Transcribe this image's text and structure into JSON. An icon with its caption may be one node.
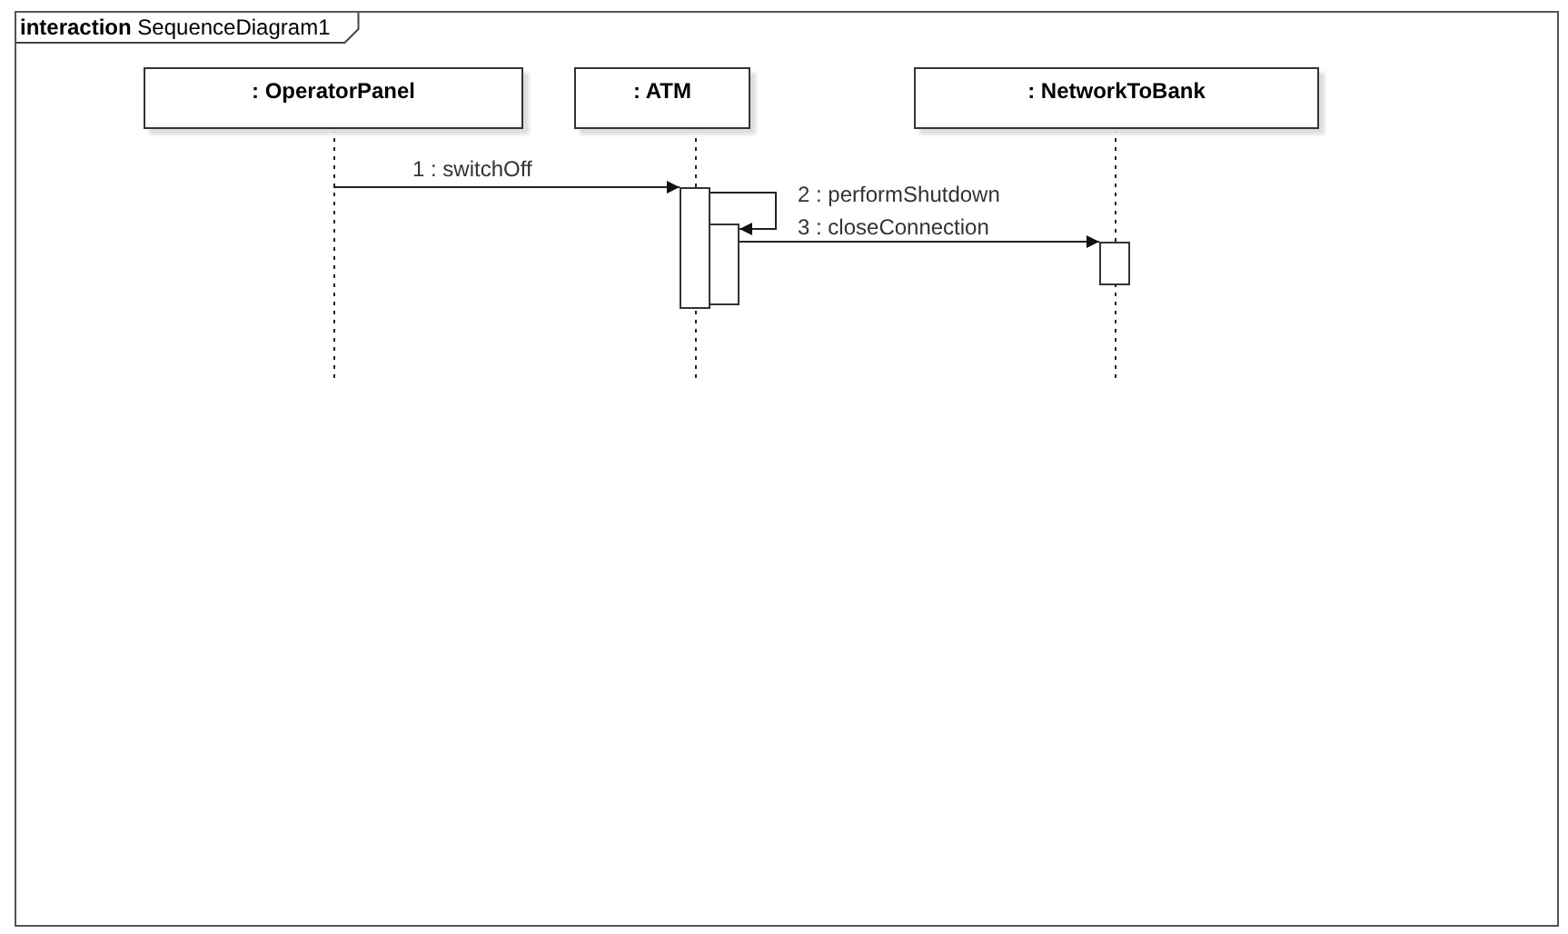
{
  "diagram": {
    "nodes": [
      {
        "text": [
          "**interaction** SequenceDiagram1"
        ]
      },
      {
        "text": [
          ": OperatorPanel"
        ],
        "in": 0
      },
      {
        "text": [
          ": ATM"
        ],
        "in": 0
      },
      {
        "text": [
          ": NetworkToBank"
        ],
        "in": 0
      },
      {
        "text": [],
        "shape": "bar",
        "in": 0
      },
      {
        "text": [],
        "shape": "bar",
        "in": 0
      },
      {
        "text": [],
        "shape": "bar",
        "in": 0
      }
    ],
    "edges": [
      {
        "from": 1,
        "to": 4,
        "arrow": "to",
        "label": "1 : switchOff"
      },
      {
        "from": 4,
        "to": 5,
        "arrow": "to",
        "label": "2 : performShutdown"
      },
      {
        "from": 5,
        "to": 6,
        "arrow": "to",
        "label": "3 : closeConnection"
      }
    ]
  }
}
